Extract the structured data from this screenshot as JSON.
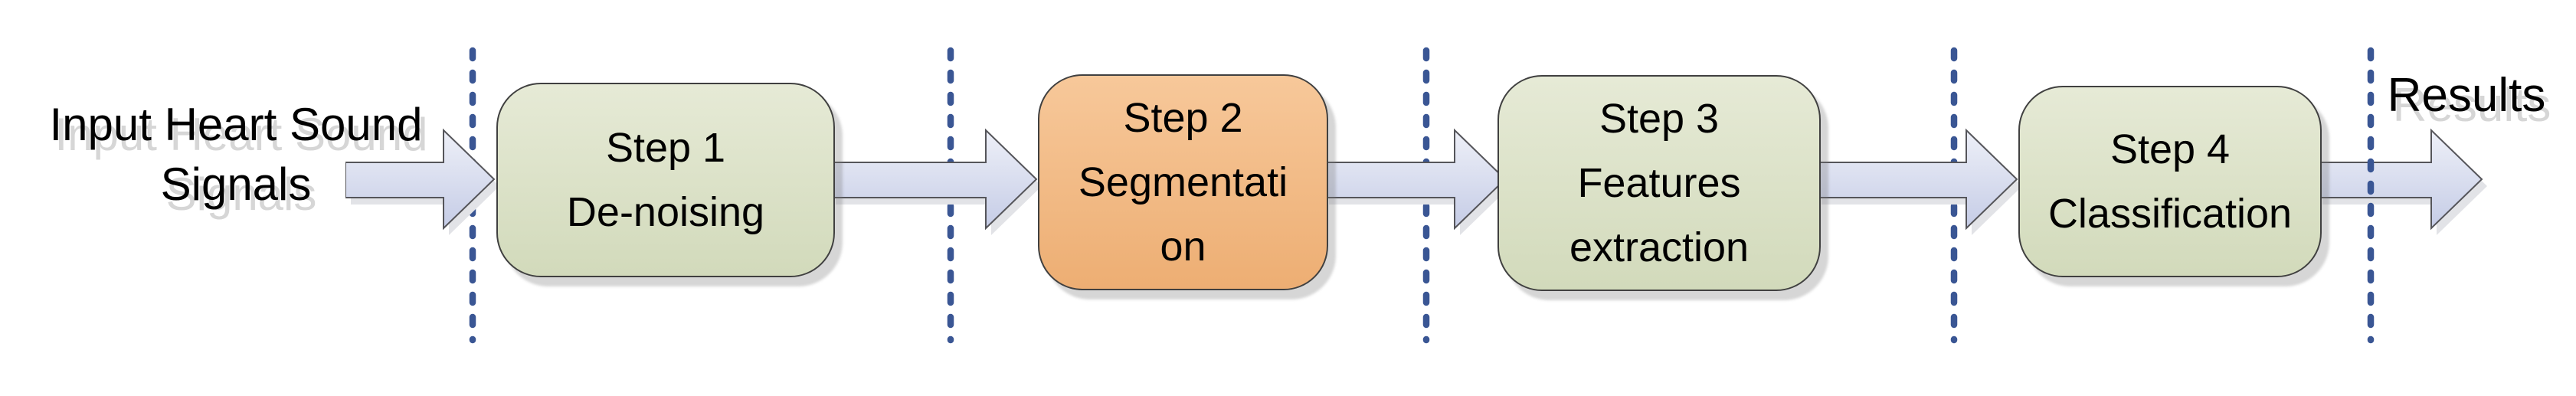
{
  "diagram": {
    "title_semantics": "Heart sound classification pipeline flowchart",
    "input_label": {
      "lines": [
        "Input Heart Sound",
        "Signals"
      ]
    },
    "output_label": "Results",
    "steps": [
      {
        "fill": "green",
        "lines": [
          "Step 1",
          "De-noising"
        ]
      },
      {
        "fill": "orange",
        "lines": [
          "Step 2",
          "Segmentati",
          "on"
        ]
      },
      {
        "fill": "green",
        "lines": [
          "Step 3",
          "Features",
          "extraction"
        ]
      },
      {
        "fill": "green",
        "lines": [
          "Step 4",
          "Classification"
        ]
      }
    ],
    "colors": {
      "text": "#000000",
      "label_shadow": "#d6d6d6",
      "green_box_top": "#e6ead6",
      "green_box_bottom": "#d2dabb",
      "orange_box_top": "#f7c89a",
      "orange_box_bottom": "#edae73",
      "box_border": "#404040",
      "shadow_box": "rgba(120,120,120,0.30)",
      "arrow_top": "#eef0f8",
      "arrow_bottom": "#c5cce6",
      "arrow_border": "#55555a",
      "arrow_shadow": "#e2e3e7",
      "dashed_line": "#3a5694"
    }
  }
}
